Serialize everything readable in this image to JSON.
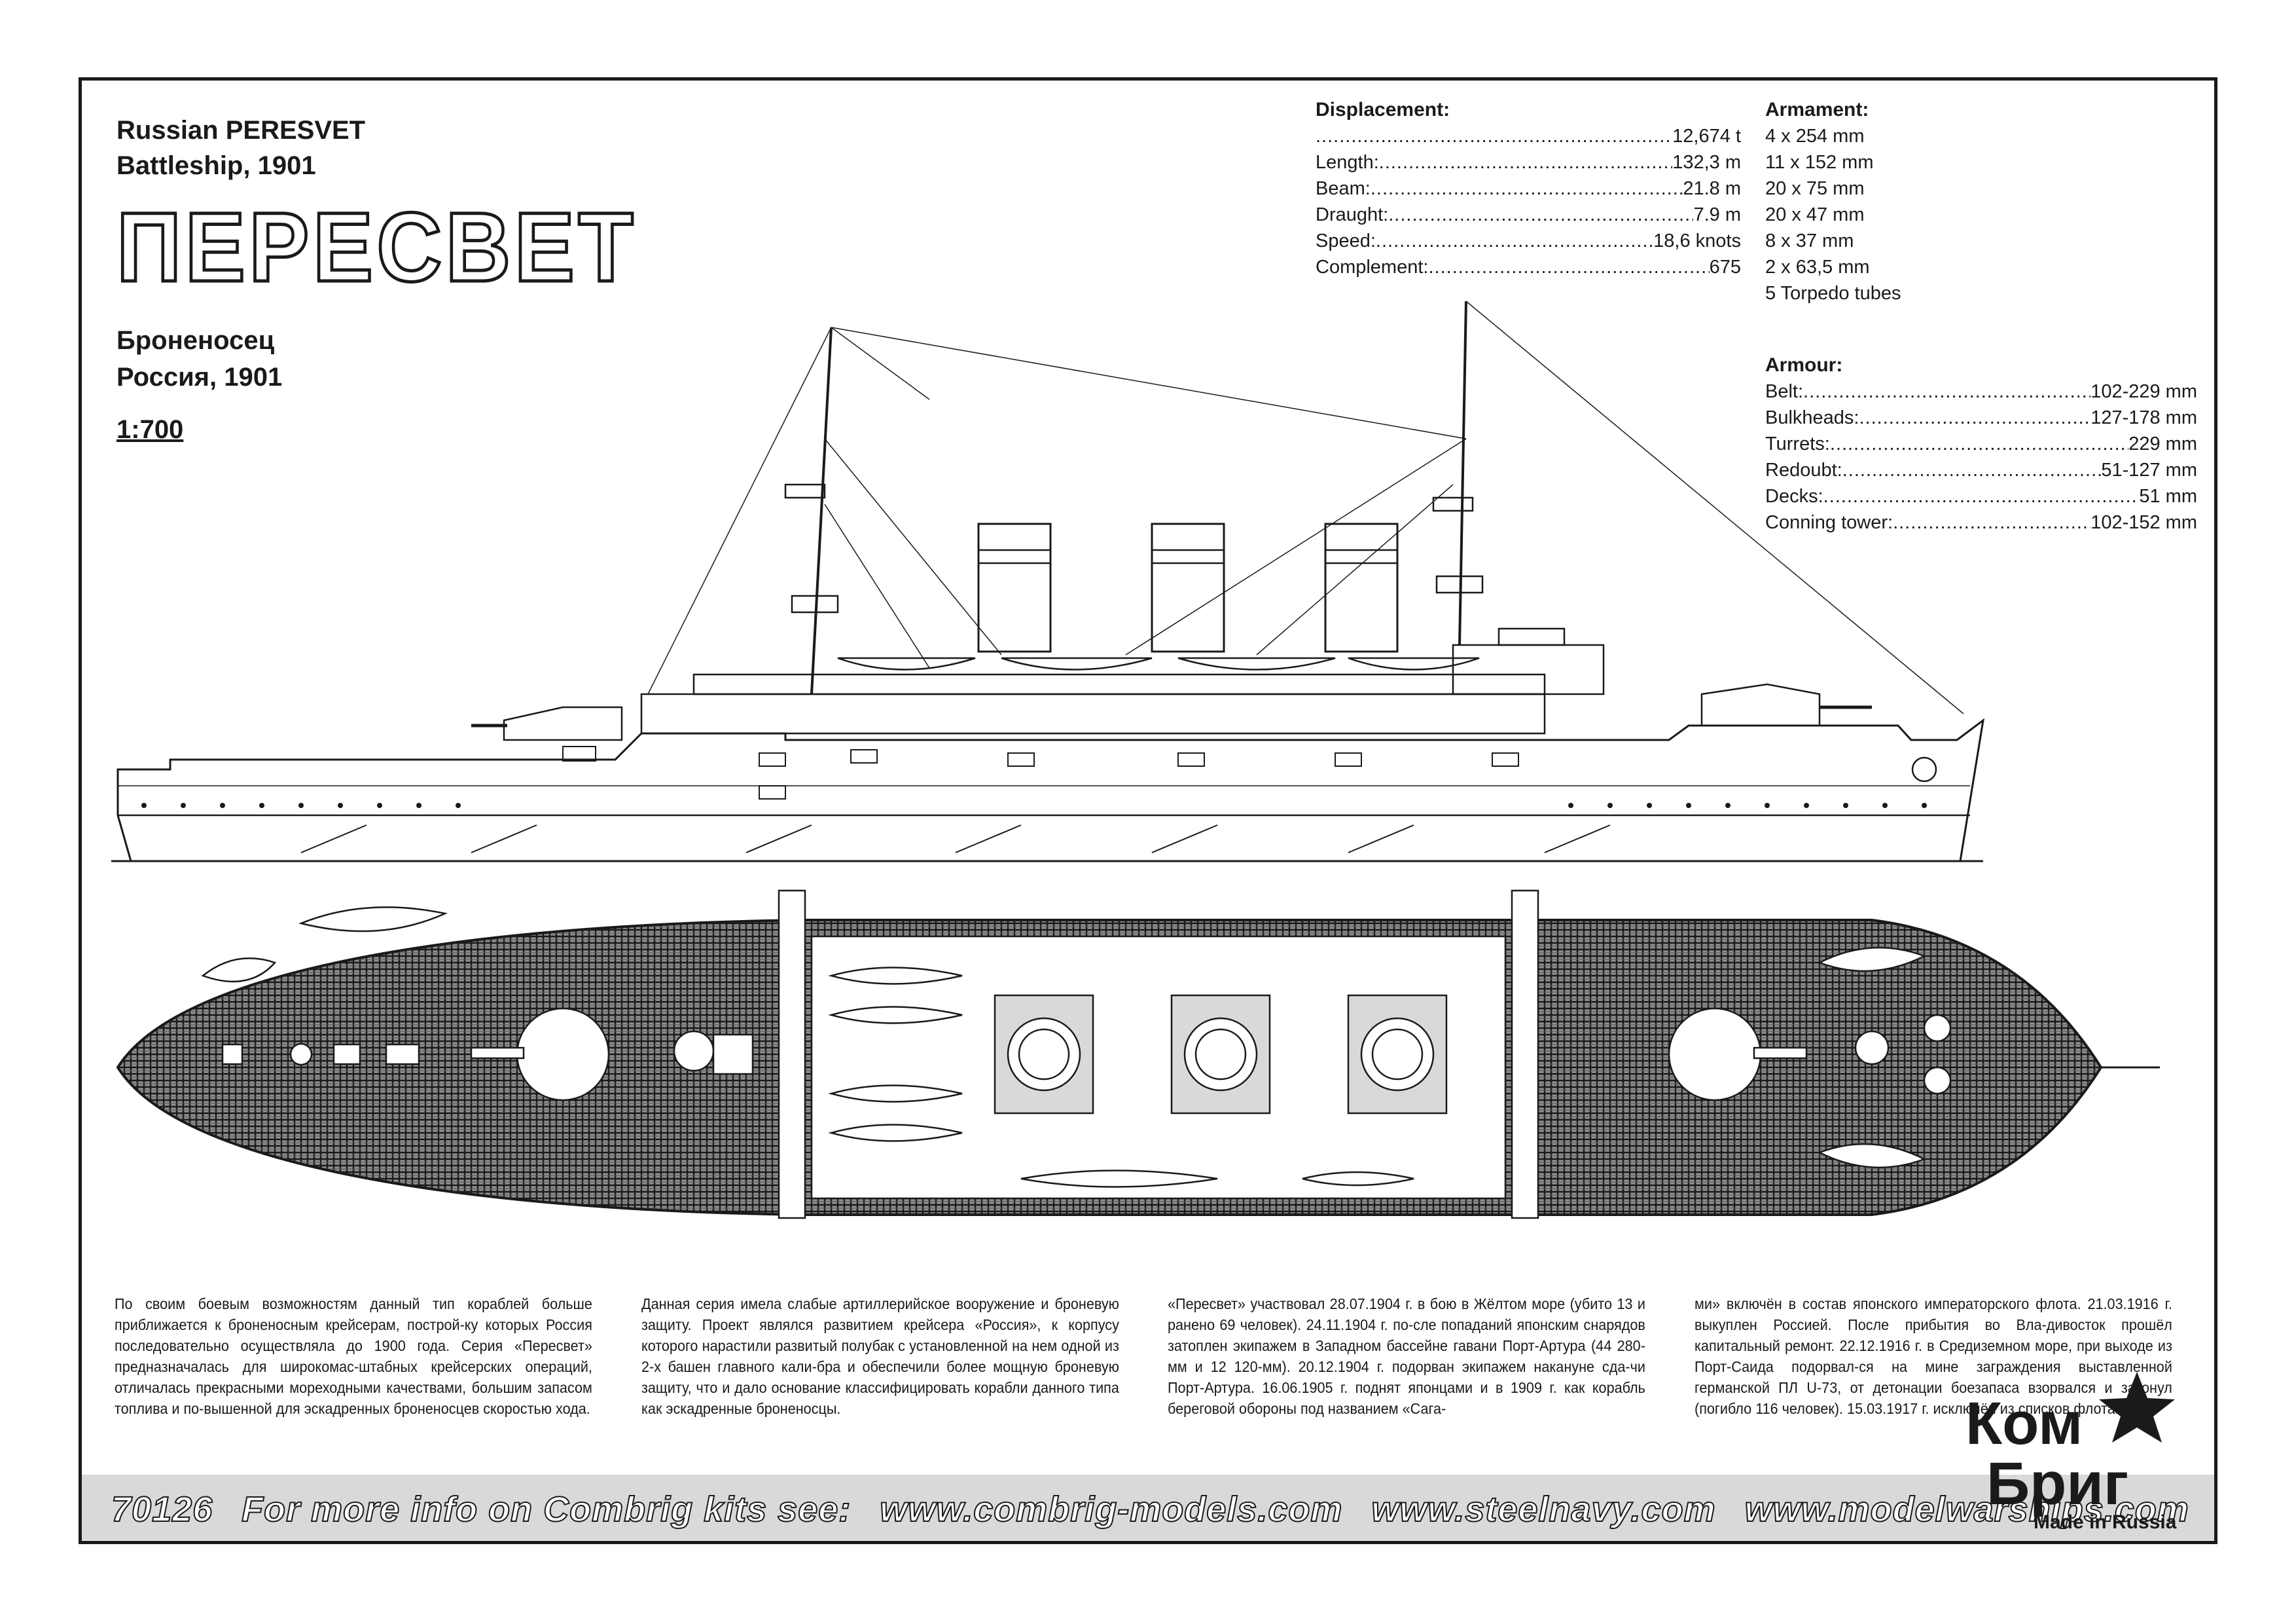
{
  "title": {
    "line1": "Russian PERESVET",
    "line2": "Battleship, 1901",
    "big": "ПЕРЕСВЕТ",
    "ru_line1": "Броненосец",
    "ru_line2": "Россия, 1901",
    "scale": "1:700"
  },
  "specs": {
    "header": "Displacement:",
    "rows": [
      {
        "label": "",
        "value": "12,674 t"
      },
      {
        "label": "Length:",
        "value": "132,3 m"
      },
      {
        "label": "Beam:",
        "value": "21.8 m"
      },
      {
        "label": "Draught:",
        "value": "7.9 m"
      },
      {
        "label": "Speed:",
        "value": "18,6 knots"
      },
      {
        "label": "Complement: ",
        "value": "675"
      }
    ]
  },
  "armament": {
    "header": "Armament:",
    "items": [
      "4 x 254 mm",
      "11 x 152 mm",
      "20 x 75 mm",
      "20 x 47 mm",
      "8 x 37 mm",
      "2 x 63,5 mm",
      "5 Torpedo tubes"
    ]
  },
  "armour": {
    "header": "Armour:",
    "rows": [
      {
        "label": "Belt: ",
        "value": "102-229 mm"
      },
      {
        "label": "Bulkheads: ",
        "value": "127-178 mm"
      },
      {
        "label": "Turrets:",
        "value": "229 mm"
      },
      {
        "label": "Redoubt: ",
        "value": "51-127 mm"
      },
      {
        "label": "Decks:",
        "value": "51 mm"
      },
      {
        "label": "Conning tower: ",
        "value": "102-152 mm"
      }
    ]
  },
  "text_columns": [
    "По своим боевым возможностям данный тип кораблей больше приближается к броненосным крейсерам, построй-ку которых Россия последовательно осуществляла до 1900 года. Серия «Пересвет» предназначалась для широкомас-штабных крейсерских операций, отличалась прекрасными мореходными качествами, большим запасом топлива и по-вышенной для эскадренных броненосцев скоростью хода.",
    "Данная серия имела слабые артиллерийское вооружение и броневую защиту. Проект являлся развитием крейсера «Россия», к корпусу которого нарастили развитый полубак с установленной на нем одной из 2-х башен главного кали-бра и обеспечили более мощную броневую защиту, что и дало основание классифицировать корабли данного типа как эскадренные броненосцы.",
    "«Пересвет» участвовал 28.07.1904 г. в бою в Жёлтом море (убито 13 и ранено 69 человек). 24.11.1904 г. по-сле попаданий японским снарядов затоплен экипажем в Западном бассейне гавани Порт-Артура (44 280-мм и 12 120-мм). 20.12.1904 г. подорван экипажем накануне сда-чи Порт-Артура. 16.06.1905 г. поднят японцами и в 1909 г. как корабль береговой обороны под названием «Сага-",
    "ми» включён в состав японского императорского флота. 21.03.1916 г. выкуплен Россией. После прибытия во Вла-дивосток прошёл капитальный ремонт. 22.12.1916 г. в Средиземном море, при выходе из Порт-Саида подорвал-ся на мине заграждения выставленной германской ПЛ U-73, от детонации боезапаса взорвался и затонул (погибло 116 человек). 15.03.1917 г. исключён из списков флота."
  ],
  "footer": {
    "code": "70126",
    "info": "For more info on Combrig kits see:",
    "link1": "www.combrig-models.com",
    "link2": "www.steelnavy.com",
    "link3": "www.modelwarships.com"
  },
  "logo": {
    "line1": "Ком",
    "line2": "Бриг",
    "made_in": "Made in Russia"
  }
}
